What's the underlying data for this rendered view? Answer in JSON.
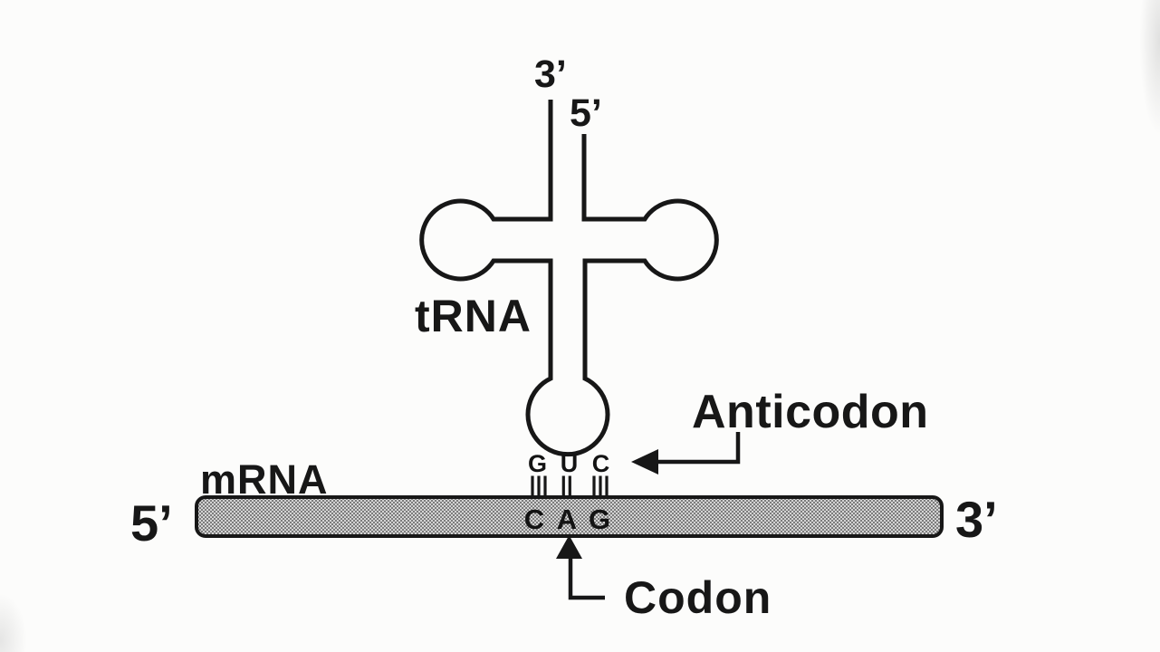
{
  "colors": {
    "ink": "#171717",
    "paper": "#fcfcfb",
    "mrna_bar_light": "#d4d4d4",
    "mrna_bar_dark": "#7c7c7c"
  },
  "trna": {
    "label": "tRNA",
    "three_prime": "3’",
    "five_prime": "5’"
  },
  "anticodon": {
    "label": "Anticodon",
    "bases": [
      "G",
      "U",
      "C"
    ]
  },
  "codon": {
    "label": "Codon",
    "bases": [
      "C",
      "A",
      "G"
    ]
  },
  "mrna": {
    "label": "mRNA",
    "five_prime": "5’",
    "three_prime": "3’"
  },
  "base_pairing": {
    "bond_counts": [
      3,
      2,
      3
    ]
  }
}
